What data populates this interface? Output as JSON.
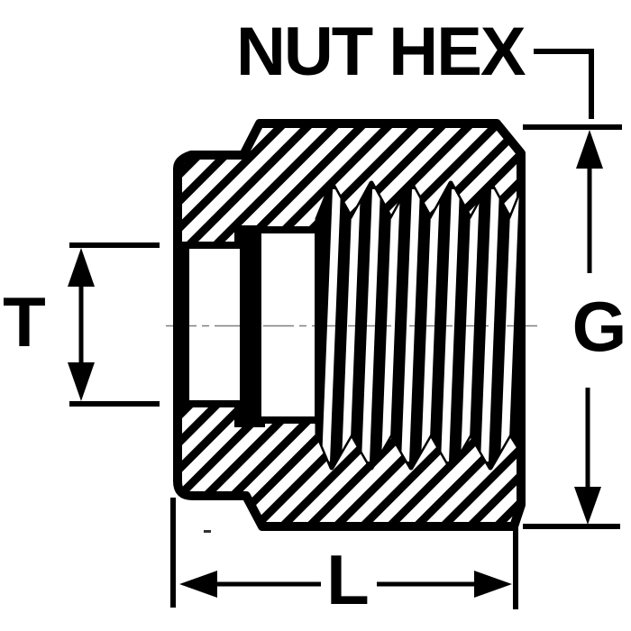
{
  "drawing": {
    "kind": "cross-section-technical-drawing",
    "subject": "tube fitting nut cross-section with internal threads",
    "labels": {
      "nut_hex": "NUT HEX",
      "t": "T",
      "g": "G",
      "l": "L"
    },
    "colors": {
      "ink": "#000000",
      "paper": "#ffffff"
    }
  }
}
